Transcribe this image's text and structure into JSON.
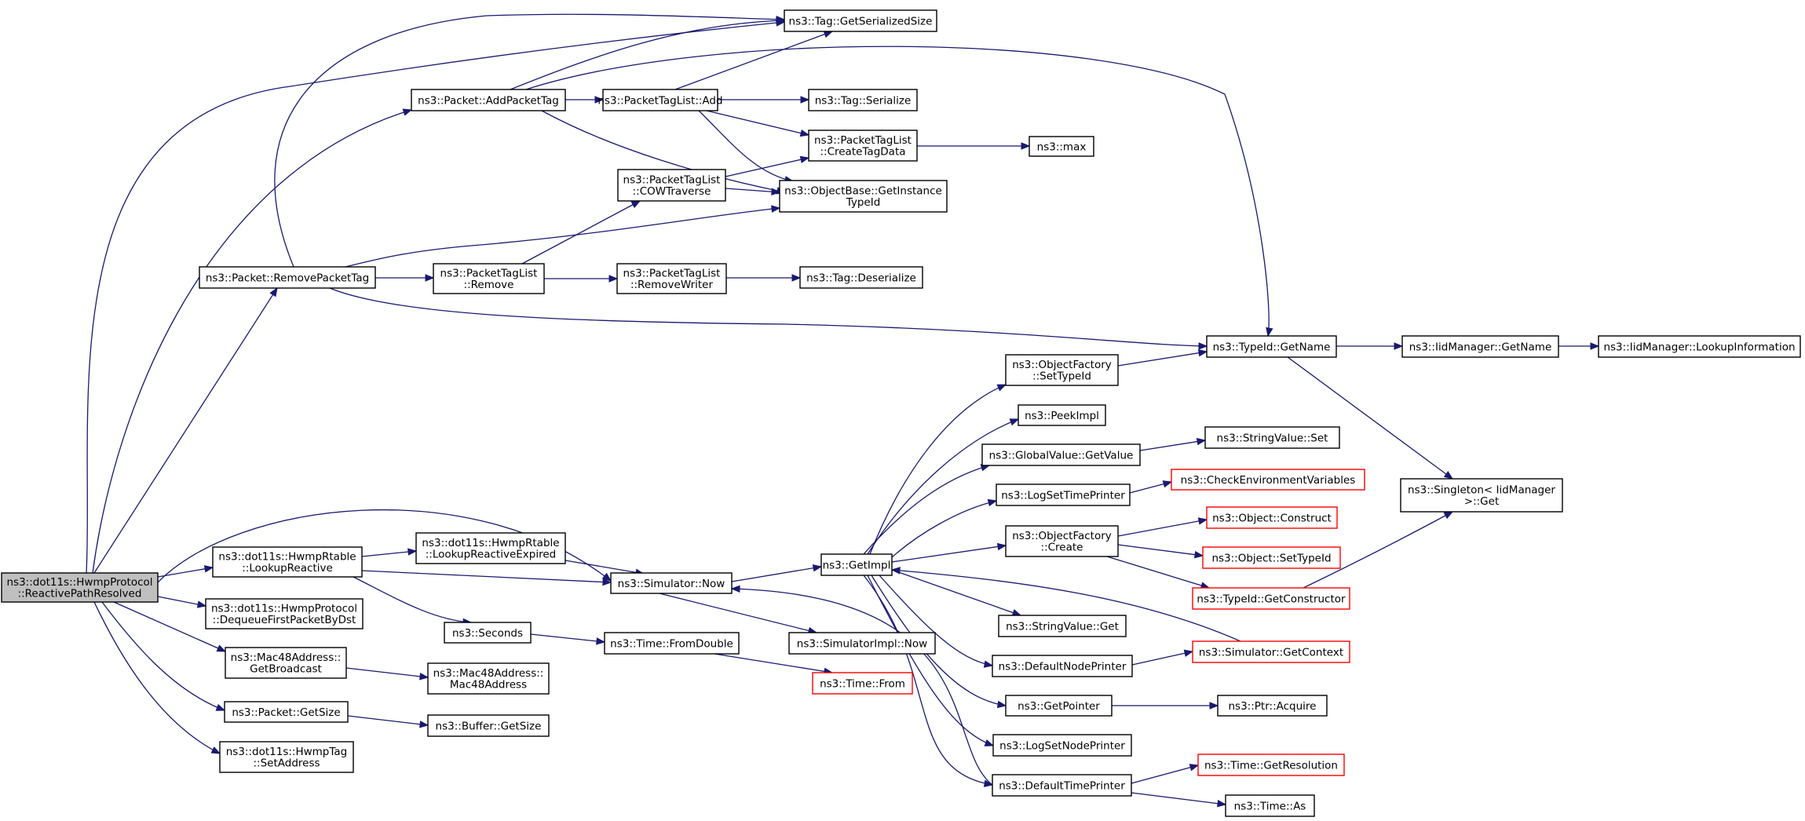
{
  "graph": {
    "edge_color": "#191970",
    "root_fill": "#bfbfbf",
    "external_border_color": "#ff0000",
    "nodes": [
      {
        "id": "root",
        "lines": [
          "ns3::dot11s::HwmpProtocol",
          "::ReactivePathResolved"
        ],
        "root": true
      },
      {
        "id": "addtag",
        "lines": [
          "ns3::Packet::AddPacketTag"
        ]
      },
      {
        "id": "tgss",
        "lines": [
          "ns3::Tag::GetSerializedSize"
        ]
      },
      {
        "id": "ptladd",
        "lines": [
          "ns3::PacketTagList::Add"
        ]
      },
      {
        "id": "tser",
        "lines": [
          "ns3::Tag::Serialize"
        ]
      },
      {
        "id": "ctd",
        "lines": [
          "ns3::PacketTagList",
          "::CreateTagData"
        ]
      },
      {
        "id": "max",
        "lines": [
          "ns3::max"
        ]
      },
      {
        "id": "cow",
        "lines": [
          "ns3::PacketTagList",
          "::COWTraverse"
        ]
      },
      {
        "id": "gitid",
        "lines": [
          "ns3::ObjectBase::GetInstance",
          "TypeId"
        ]
      },
      {
        "id": "rmtag",
        "lines": [
          "ns3::Packet::RemovePacketTag"
        ]
      },
      {
        "id": "ptlrm",
        "lines": [
          "ns3::PacketTagList",
          "::Remove"
        ]
      },
      {
        "id": "rmw",
        "lines": [
          "ns3::PacketTagList",
          "::RemoveWriter"
        ]
      },
      {
        "id": "tdes",
        "lines": [
          "ns3::Tag::Deserialize"
        ]
      },
      {
        "id": "tidname",
        "lines": [
          "ns3::TypeId::GetName"
        ]
      },
      {
        "id": "iidname",
        "lines": [
          "ns3::IidManager::GetName"
        ]
      },
      {
        "id": "iidlookup",
        "lines": [
          "ns3::IidManager::LookupInformation"
        ]
      },
      {
        "id": "ofstid",
        "lines": [
          "ns3::ObjectFactory",
          "::SetTypeId"
        ]
      },
      {
        "id": "peek",
        "lines": [
          "ns3::PeekImpl"
        ]
      },
      {
        "id": "gvget",
        "lines": [
          "ns3::GlobalValue::GetValue"
        ]
      },
      {
        "id": "svset",
        "lines": [
          "ns3::StringValue::Set"
        ]
      },
      {
        "id": "singleton",
        "lines": [
          "ns3::Singleton< IidManager",
          " >::Get"
        ]
      },
      {
        "id": "logstp",
        "lines": [
          "ns3::LogSetTimePrinter"
        ]
      },
      {
        "id": "checkenv",
        "lines": [
          "ns3::CheckEnvironmentVariables"
        ],
        "external": true
      },
      {
        "id": "ofcreate",
        "lines": [
          "ns3::ObjectFactory",
          "::Create"
        ]
      },
      {
        "id": "objcon",
        "lines": [
          "ns3::Object::Construct"
        ],
        "external": true
      },
      {
        "id": "objstid",
        "lines": [
          "ns3::Object::SetTypeId"
        ],
        "external": true
      },
      {
        "id": "tidgc",
        "lines": [
          "ns3::TypeId::GetConstructor"
        ],
        "external": true
      },
      {
        "id": "lookreact",
        "lines": [
          "ns3::dot11s::HwmpRtable",
          "::LookupReactive"
        ]
      },
      {
        "id": "lookexp",
        "lines": [
          "ns3::dot11s::HwmpRtable",
          "::LookupReactiveExpired"
        ]
      },
      {
        "id": "getimpl",
        "lines": [
          "ns3::GetImpl"
        ]
      },
      {
        "id": "simnow",
        "lines": [
          "ns3::Simulator::Now"
        ]
      },
      {
        "id": "deq",
        "lines": [
          "ns3::dot11s::HwmpProtocol",
          "::DequeueFirstPacketByDst"
        ]
      },
      {
        "id": "seconds",
        "lines": [
          "ns3::Seconds"
        ]
      },
      {
        "id": "fromdouble",
        "lines": [
          "ns3::Time::FromDouble"
        ]
      },
      {
        "id": "simimplnow",
        "lines": [
          "ns3::SimulatorImpl::Now"
        ]
      },
      {
        "id": "svget",
        "lines": [
          "ns3::StringValue::Get"
        ]
      },
      {
        "id": "macbc",
        "lines": [
          "ns3::Mac48Address::",
          "GetBroadcast"
        ]
      },
      {
        "id": "mac48",
        "lines": [
          "ns3::Mac48Address::",
          "Mac48Address"
        ]
      },
      {
        "id": "timefrom",
        "lines": [
          "ns3::Time::From"
        ],
        "external": true
      },
      {
        "id": "dnp",
        "lines": [
          "ns3::DefaultNodePrinter"
        ]
      },
      {
        "id": "simctx",
        "lines": [
          "ns3::Simulator::GetContext"
        ],
        "external": true
      },
      {
        "id": "getptr",
        "lines": [
          "ns3::GetPointer"
        ]
      },
      {
        "id": "ptracq",
        "lines": [
          "ns3::Ptr::Acquire"
        ]
      },
      {
        "id": "pktsize",
        "lines": [
          "ns3::Packet::GetSize"
        ]
      },
      {
        "id": "bufsize",
        "lines": [
          "ns3::Buffer::GetSize"
        ]
      },
      {
        "id": "logsnp",
        "lines": [
          "ns3::LogSetNodePrinter"
        ]
      },
      {
        "id": "hwmptag",
        "lines": [
          "ns3::dot11s::HwmpTag",
          "::SetAddress"
        ]
      },
      {
        "id": "dtp",
        "lines": [
          "ns3::DefaultTimePrinter"
        ]
      },
      {
        "id": "tgetres",
        "lines": [
          "ns3::Time::GetResolution"
        ],
        "external": true
      },
      {
        "id": "tas",
        "lines": [
          "ns3::Time::As"
        ]
      }
    ]
  }
}
